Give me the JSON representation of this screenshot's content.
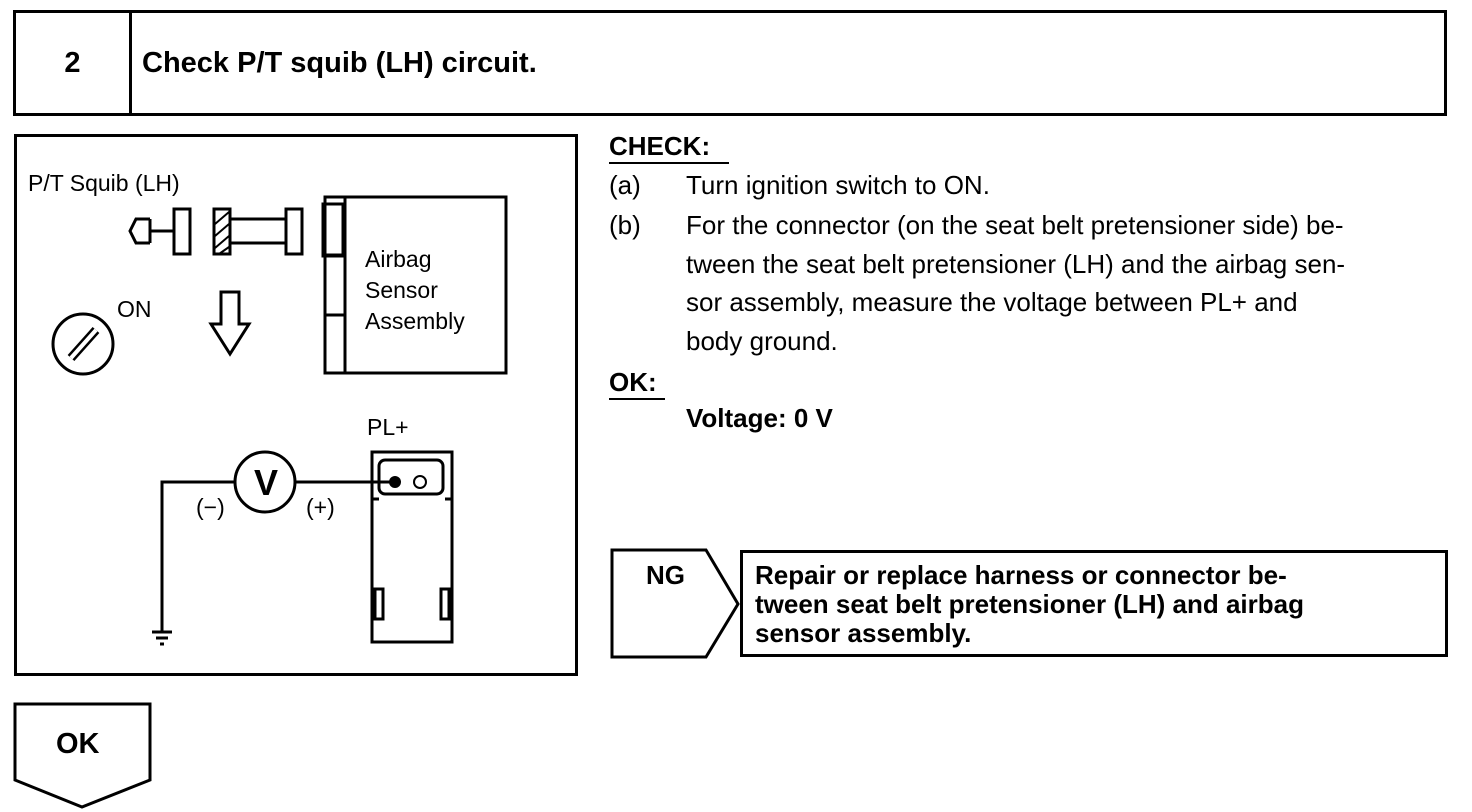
{
  "header": {
    "step_number": "2",
    "title": "Check P/T squib (LH) circuit."
  },
  "figure": {
    "squib_label": "P/T Squib (LH)",
    "sensor_label_lines": [
      "Airbag",
      "Sensor",
      "Assembly"
    ],
    "switch_label": "ON",
    "terminal_label": "PL+",
    "meter_symbol": "V",
    "neg_probe": "(−)",
    "pos_probe": "(+)"
  },
  "check": {
    "heading": "CHECK:",
    "items": [
      {
        "label": "(a)",
        "lines": [
          "Turn ignition switch to ON."
        ]
      },
      {
        "label": "(b)",
        "lines": [
          "For the connector (on the seat belt pretensioner side) be-",
          "tween the seat belt pretensioner (LH) and the airbag sen-",
          "sor assembly, measure the voltage between PL+ and",
          "body ground."
        ]
      }
    ]
  },
  "ok": {
    "heading": "OK:",
    "value": "Voltage: 0 V"
  },
  "ng": {
    "label": "NG",
    "lines": [
      "Repair or replace harness or connector be-",
      "tween seat belt pretensioner (LH) and airbag",
      "sensor assembly."
    ]
  },
  "ok_flow": {
    "label": "OK"
  }
}
